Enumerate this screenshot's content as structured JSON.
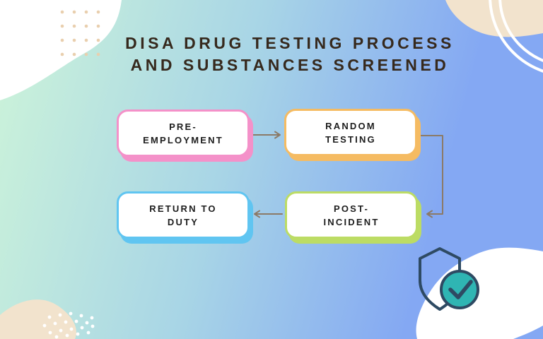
{
  "title": {
    "line1": "DISA DRUG TESTING PROCESS",
    "line2": "AND SUBSTANCES SCREENED"
  },
  "flowchart": {
    "nodes": [
      {
        "id": "pre-employment",
        "line1": "PRE-",
        "line2": "EMPLOYMENT",
        "accent": "#f491c9"
      },
      {
        "id": "random-testing",
        "line1": "RANDOM",
        "line2": "TESTING",
        "accent": "#f5bb62"
      },
      {
        "id": "post-incident",
        "line1": "POST-",
        "line2": "INCIDENT",
        "accent": "#bcdc64"
      },
      {
        "id": "return-to-duty",
        "line1": "RETURN TO",
        "line2": "DUTY",
        "accent": "#60c5f1"
      }
    ],
    "flow_order": [
      "pre-employment",
      "random-testing",
      "post-incident",
      "return-to-duty"
    ],
    "arrow_color": "#8b7a67"
  },
  "decorations": {
    "shield_check_icon": {
      "outline_color": "#2e4a63",
      "check_circle_color": "#2fb5b3"
    },
    "blob_beige_color": "#f2e3cd",
    "dot_beige_color": "#e9cfae",
    "background_gradient": [
      "#cdf4d9",
      "#a8d5e6",
      "#84a8f3"
    ],
    "title_color": "#36291d",
    "node_text_color": "#1d1d1d"
  }
}
